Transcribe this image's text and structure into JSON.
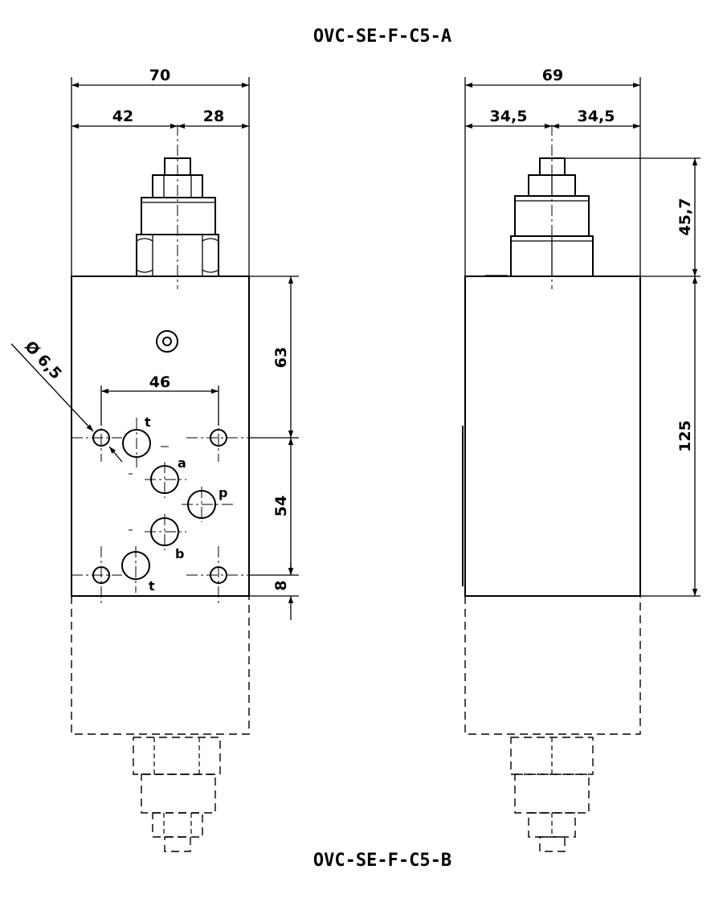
{
  "titles": {
    "top": "OVC-SE-F-C5-A",
    "bottom": "OVC-SE-F-C5-B"
  },
  "front_view": {
    "dims": {
      "overall_width": "70",
      "left_width": "42",
      "right_width": "28",
      "hole_spacing": "46",
      "hole_diameter": "Ø 6,5",
      "to_upper_holes": "63",
      "hole_pitch": "54",
      "bottom_offset": "8"
    },
    "ports": {
      "t_upper": "t",
      "a": "a",
      "p": "p",
      "b": "b",
      "t_lower": "t"
    }
  },
  "side_view": {
    "dims": {
      "overall_width": "69",
      "left_half": "34,5",
      "right_half": "34,5",
      "cartridge_height": "45,7",
      "body_height": "125"
    }
  }
}
